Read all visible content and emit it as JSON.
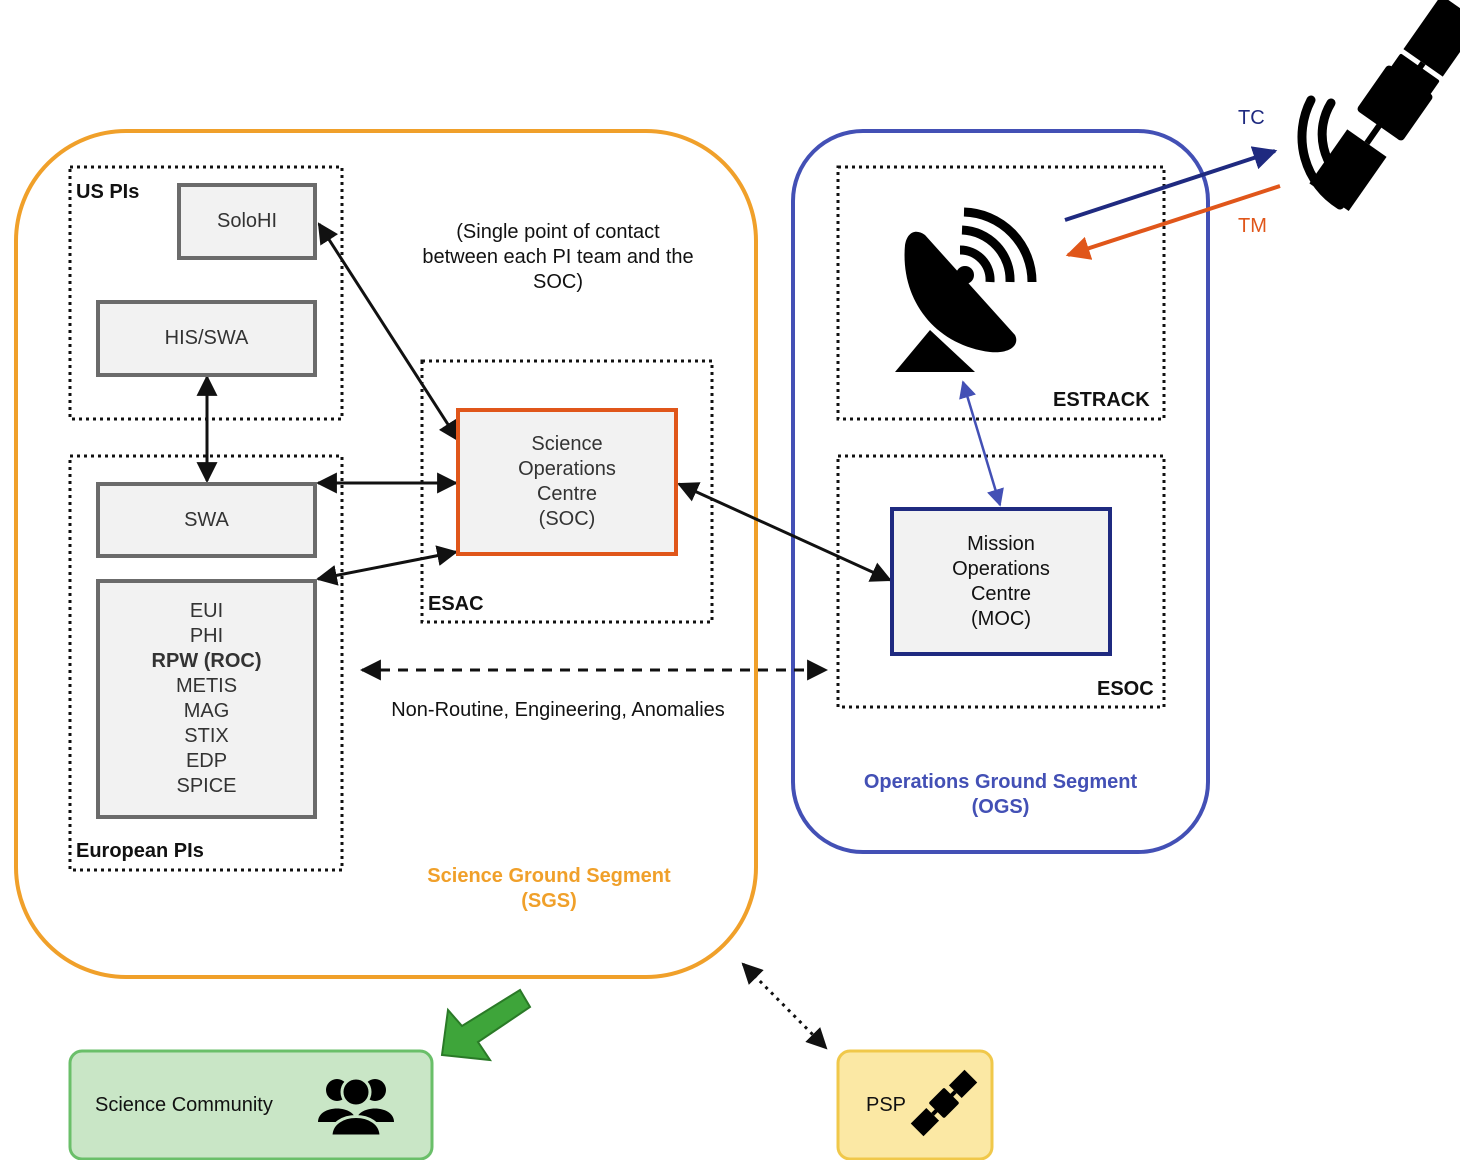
{
  "science_segment": {
    "title": "Science Ground Segment",
    "abbr": "(SGS)",
    "color": "#f0a02a"
  },
  "operations_segment": {
    "title": "Operations Ground Segment",
    "abbr": "(OGS)",
    "color": "#4350b5"
  },
  "groups": {
    "us_pis": "US PIs",
    "european_pis": "European PIs",
    "esac": "ESAC",
    "estrack": "ESTRACK",
    "esoc": "ESOC"
  },
  "boxes": {
    "solohi": "SoloHI",
    "his_swa": "HIS/SWA",
    "swa": "SWA",
    "instruments": [
      "EUI",
      "PHI",
      "RPW (ROC)",
      "METIS",
      "MAG",
      "STIX",
      "EDP",
      "SPICE"
    ],
    "instruments_bold_index": 2,
    "soc": [
      "Science",
      "Operations",
      "Centre",
      "(SOC)"
    ],
    "moc": [
      "Mission",
      "Operations",
      "Centre",
      "(MOC)"
    ]
  },
  "notes": {
    "single_point": [
      "(Single point of contact",
      "between each PI team and the",
      "SOC)"
    ],
    "non_routine": "Non-Routine, Engineering, Anomalies"
  },
  "links": {
    "tc": "TC",
    "tm": "TM",
    "tc_color": "#1f2a80",
    "tm_color": "#e0561a"
  },
  "external": {
    "science_community": "Science Community",
    "psp": "PSP",
    "community_color": "#c9e6c6",
    "psp_color": "#fbe8a4"
  },
  "icons": [
    "satellite-icon",
    "ground-antenna-icon",
    "users-group-icon",
    "psp-satellite-icon",
    "export-arrow-icon"
  ]
}
